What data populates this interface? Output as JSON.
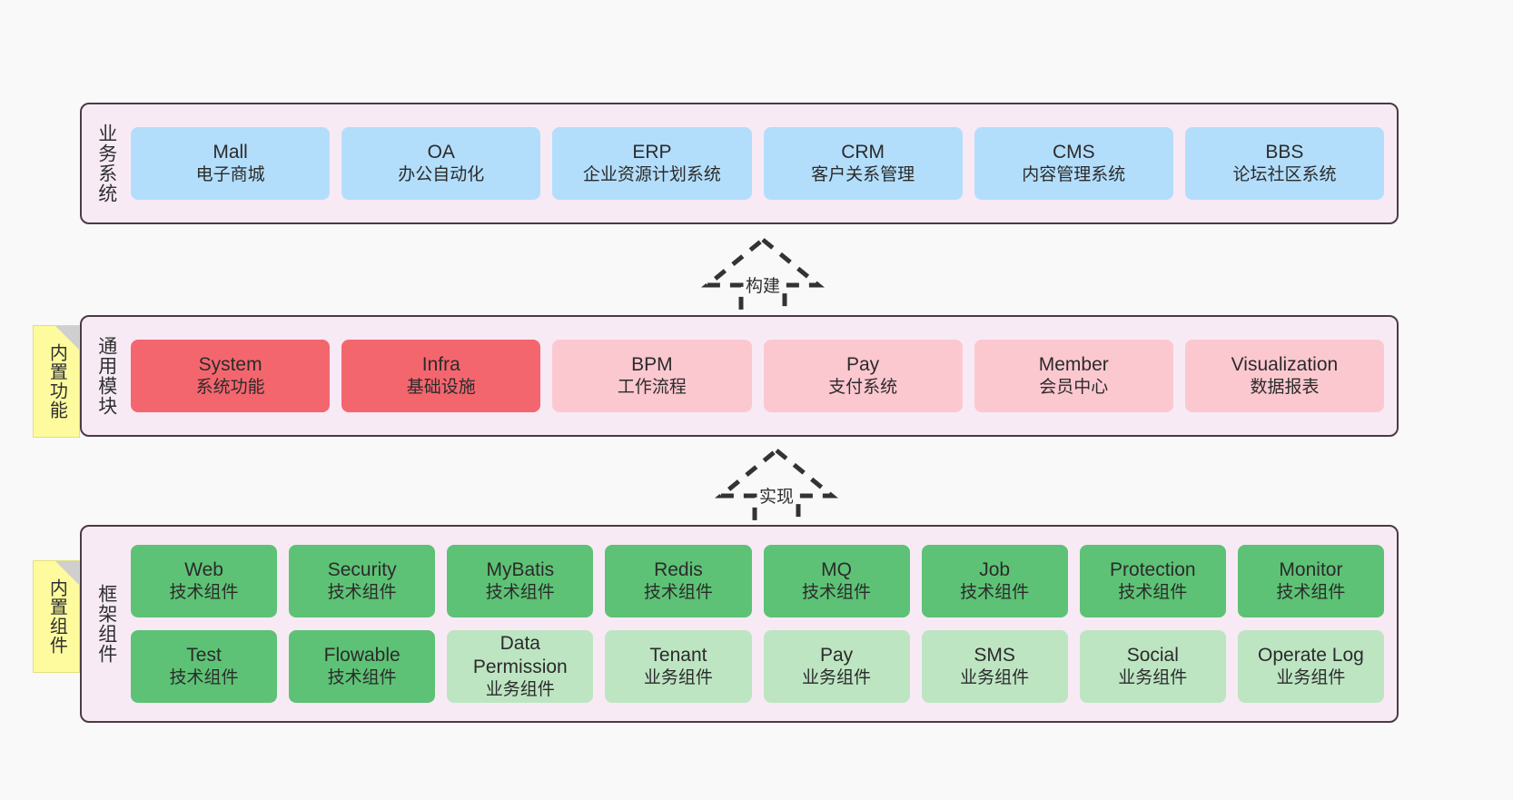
{
  "diagram": {
    "background": "#F9F9F9",
    "colors": {
      "panel_bg": "#F7EAF5",
      "panel_border": "#4A3B44",
      "blue": "#B3DEFB",
      "red": "#F4666E",
      "pink": "#FCC8D0",
      "green": "#5DC275",
      "light_green": "#BDE5C2",
      "note_yellow": "#FEFB9E",
      "note_fold": "#CFCFCF"
    }
  },
  "layers": {
    "business": {
      "title": "业务系统",
      "cards": [
        {
          "en": "Mall",
          "cn": "电子商城",
          "style": "blue"
        },
        {
          "en": "OA",
          "cn": "办公自动化",
          "style": "blue"
        },
        {
          "en": "ERP",
          "cn": "企业资源计划系统",
          "style": "blue"
        },
        {
          "en": "CRM",
          "cn": "客户关系管理",
          "style": "blue"
        },
        {
          "en": "CMS",
          "cn": "内容管理系统",
          "style": "blue"
        },
        {
          "en": "BBS",
          "cn": "论坛社区系统",
          "style": "blue"
        }
      ]
    },
    "common": {
      "title": "通用模块",
      "note": "内置功能",
      "cards": [
        {
          "en": "System",
          "cn": "系统功能",
          "style": "red"
        },
        {
          "en": "Infra",
          "cn": "基础设施",
          "style": "red"
        },
        {
          "en": "BPM",
          "cn": "工作流程",
          "style": "pink"
        },
        {
          "en": "Pay",
          "cn": "支付系统",
          "style": "pink"
        },
        {
          "en": "Member",
          "cn": "会员中心",
          "style": "pink"
        },
        {
          "en": "Visualization",
          "cn": "数据报表",
          "style": "pink"
        }
      ]
    },
    "framework": {
      "title": "框架组件",
      "note": "内置组件",
      "columns": [
        [
          {
            "en": "Web",
            "cn": "技术组件",
            "style": "green"
          },
          {
            "en": "Test",
            "cn": "技术组件",
            "style": "green"
          }
        ],
        [
          {
            "en": "Security",
            "cn": "技术组件",
            "style": "green"
          },
          {
            "en": "Flowable",
            "cn": "技术组件",
            "style": "green"
          }
        ],
        [
          {
            "en": "MyBatis",
            "cn": "技术组件",
            "style": "green"
          },
          {
            "en": "Data Permission",
            "cn": "业务组件",
            "style": "lightgreen"
          }
        ],
        [
          {
            "en": "Redis",
            "cn": "技术组件",
            "style": "green"
          },
          {
            "en": "Tenant",
            "cn": "业务组件",
            "style": "lightgreen"
          }
        ],
        [
          {
            "en": "MQ",
            "cn": "技术组件",
            "style": "green"
          },
          {
            "en": "Pay",
            "cn": "业务组件",
            "style": "lightgreen"
          }
        ],
        [
          {
            "en": "Job",
            "cn": "技术组件",
            "style": "green"
          },
          {
            "en": "SMS",
            "cn": "业务组件",
            "style": "lightgreen"
          }
        ],
        [
          {
            "en": "Protection",
            "cn": "技术组件",
            "style": "green"
          },
          {
            "en": "Social",
            "cn": "业务组件",
            "style": "lightgreen"
          }
        ],
        [
          {
            "en": "Monitor",
            "cn": "技术组件",
            "style": "green"
          },
          {
            "en": "Operate Log",
            "cn": "业务组件",
            "style": "lightgreen"
          }
        ]
      ]
    }
  },
  "connectors": [
    {
      "label": "构建",
      "from": "common",
      "to": "business"
    },
    {
      "label": "实现",
      "from": "framework",
      "to": "common"
    }
  ]
}
